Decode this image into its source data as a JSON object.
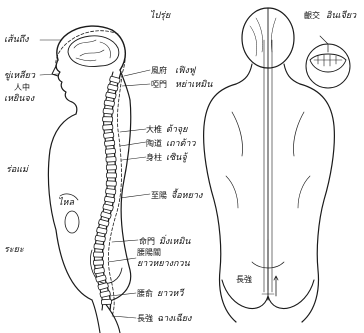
{
  "title": "ไปรุ่ย",
  "left_labels": {
    "top_head": "เส้นถึง",
    "face": "ขู่เหลียว",
    "face_han": "人中",
    "face_thai": "เหยินจง",
    "waist_mark": "ร่อแม่",
    "belly": "ไหล",
    "side": "ระยะ"
  },
  "spine_labels": [
    {
      "han": "風府",
      "thai": "เฟิงฟู"
    },
    {
      "han": "啞門",
      "thai": "หย่าเหมิน"
    },
    {
      "han": "大椎",
      "thai": "ต้าจุย"
    },
    {
      "han": "陶道",
      "thai": "เถาต้าว"
    },
    {
      "han": "身柱",
      "thai": "เซินจู้"
    },
    {
      "han": "至陽",
      "thai": "จื้อหยาง"
    },
    {
      "han": "命門",
      "thai": "มิ่งเหมิน"
    },
    {
      "han": "腰陽關",
      "thai": "ยาวหยางกวน"
    },
    {
      "han": "腰俞",
      "thai": "ยาวหวี"
    },
    {
      "han": "長強",
      "thai": "ฉางเฉียง"
    }
  ],
  "right_labels": {
    "mouth_han": "齦交",
    "mouth_thai": "อินเจียว",
    "sacrum_han": "長強"
  }
}
